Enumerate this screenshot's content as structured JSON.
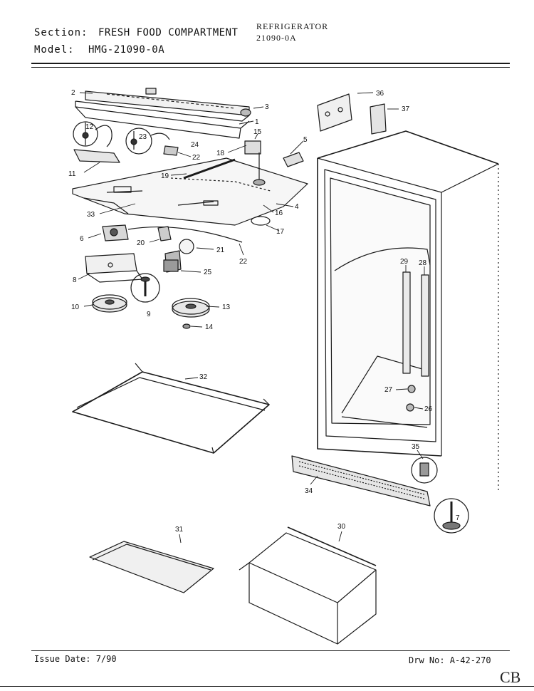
{
  "header": {
    "section_label": "Section:",
    "section_value": "FRESH FOOD COMPARTMENT",
    "model_label": "Model:",
    "model_value": "HMG-21090-0A",
    "appliance": "REFRIGERATOR",
    "appliance_model": "21090-0A"
  },
  "footer": {
    "issue_date": "Issue Date: 7/90",
    "drawing_no": "Drw No: A-42-270",
    "initials": "CB"
  },
  "callouts": [
    {
      "id": "c2",
      "label": "2"
    },
    {
      "id": "c3",
      "label": "3"
    },
    {
      "id": "c1",
      "label": "1"
    },
    {
      "id": "c12",
      "label": "12"
    },
    {
      "id": "c23",
      "label": "23"
    },
    {
      "id": "c24",
      "label": "24"
    },
    {
      "id": "c22a",
      "label": "22"
    },
    {
      "id": "c18",
      "label": "18"
    },
    {
      "id": "c15",
      "label": "15"
    },
    {
      "id": "c5",
      "label": "5"
    },
    {
      "id": "c11",
      "label": "11"
    },
    {
      "id": "c19",
      "label": "19"
    },
    {
      "id": "c4",
      "label": "4"
    },
    {
      "id": "c16",
      "label": "16"
    },
    {
      "id": "c33",
      "label": "33"
    },
    {
      "id": "c17",
      "label": "17"
    },
    {
      "id": "c6",
      "label": "6"
    },
    {
      "id": "c20",
      "label": "20"
    },
    {
      "id": "c21",
      "label": "21"
    },
    {
      "id": "c22b",
      "label": "22"
    },
    {
      "id": "c25",
      "label": "25"
    },
    {
      "id": "c8",
      "label": "8"
    },
    {
      "id": "c9",
      "label": "9"
    },
    {
      "id": "c10",
      "label": "10"
    },
    {
      "id": "c13",
      "label": "13"
    },
    {
      "id": "c14",
      "label": "14"
    },
    {
      "id": "c36",
      "label": "36"
    },
    {
      "id": "c37",
      "label": "37"
    },
    {
      "id": "c29",
      "label": "29"
    },
    {
      "id": "c28",
      "label": "28"
    },
    {
      "id": "c27",
      "label": "27"
    },
    {
      "id": "c26",
      "label": "26"
    },
    {
      "id": "c35",
      "label": "35"
    },
    {
      "id": "c32",
      "label": "32"
    },
    {
      "id": "c34",
      "label": "34"
    },
    {
      "id": "c7",
      "label": "7"
    },
    {
      "id": "c31",
      "label": "31"
    },
    {
      "id": "c30",
      "label": "30"
    }
  ]
}
